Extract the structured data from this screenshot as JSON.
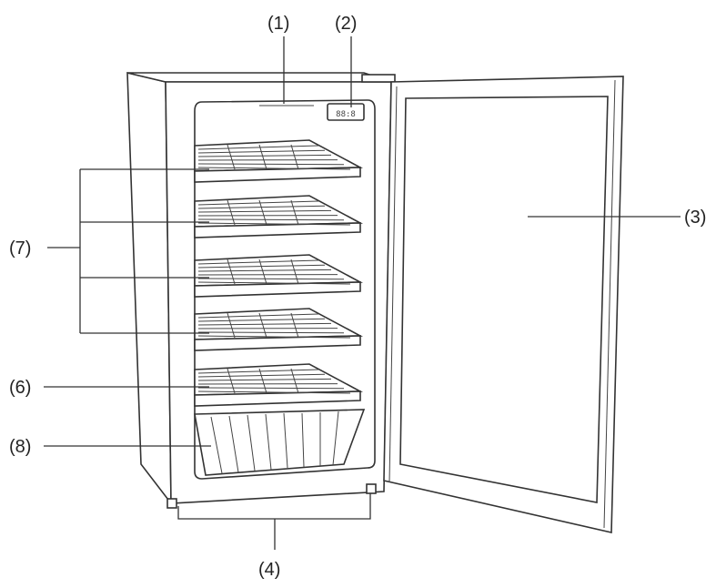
{
  "diagram": {
    "callouts": [
      {
        "id": "1",
        "text": "(1)"
      },
      {
        "id": "2",
        "text": "(2)"
      },
      {
        "id": "3",
        "text": "(3)"
      },
      {
        "id": "4",
        "text": "(4)"
      },
      {
        "id": "6",
        "text": "(6)"
      },
      {
        "id": "7",
        "text": "(7)"
      },
      {
        "id": "8",
        "text": "(8)"
      }
    ],
    "shelf_count": 5,
    "display_readout": "88:8"
  }
}
